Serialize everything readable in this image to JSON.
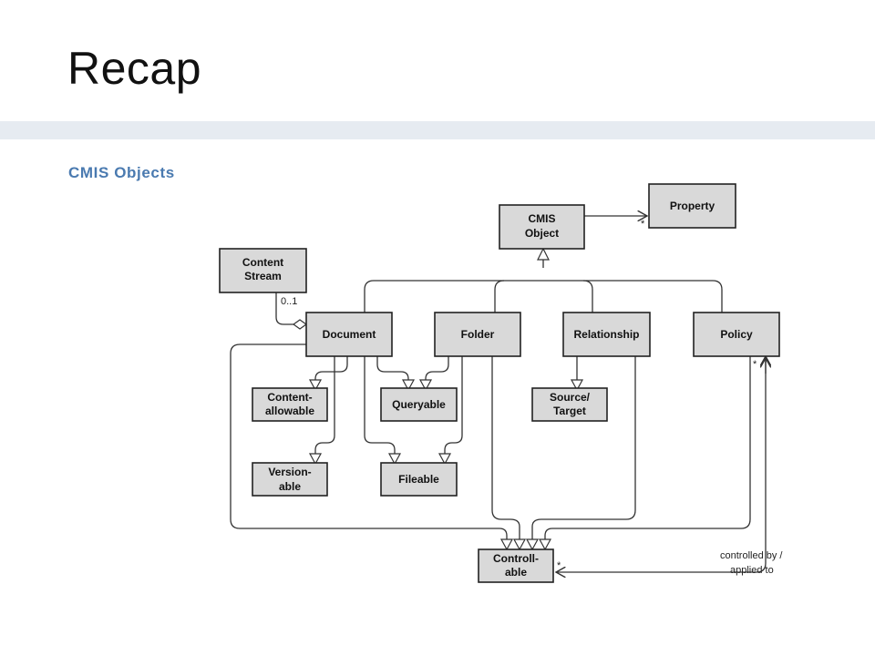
{
  "slide": {
    "title": "Recap",
    "subtitle": "CMIS Objects"
  },
  "diagram": {
    "boxes": {
      "cmis_object": [
        "CMIS",
        "Object"
      ],
      "property": [
        "Property"
      ],
      "content_stream": [
        "Content",
        "Stream"
      ],
      "document": [
        "Document"
      ],
      "folder": [
        "Folder"
      ],
      "relationship": [
        "Relationship"
      ],
      "policy": [
        "Policy"
      ],
      "content_allowable": [
        "Content-",
        "allowable"
      ],
      "queryable": [
        "Queryable"
      ],
      "source_target": [
        "Source/",
        "Target"
      ],
      "versionable": [
        "Version-",
        "able"
      ],
      "fileable": [
        "Fileable"
      ],
      "controllable": [
        "Controll-",
        "able"
      ]
    },
    "labels": {
      "multiplicity_content": "0..1",
      "star_property": "*",
      "star_policy": "*",
      "star_controllable": "*",
      "controlled_by": [
        "controlled by /",
        "applied to"
      ]
    }
  }
}
